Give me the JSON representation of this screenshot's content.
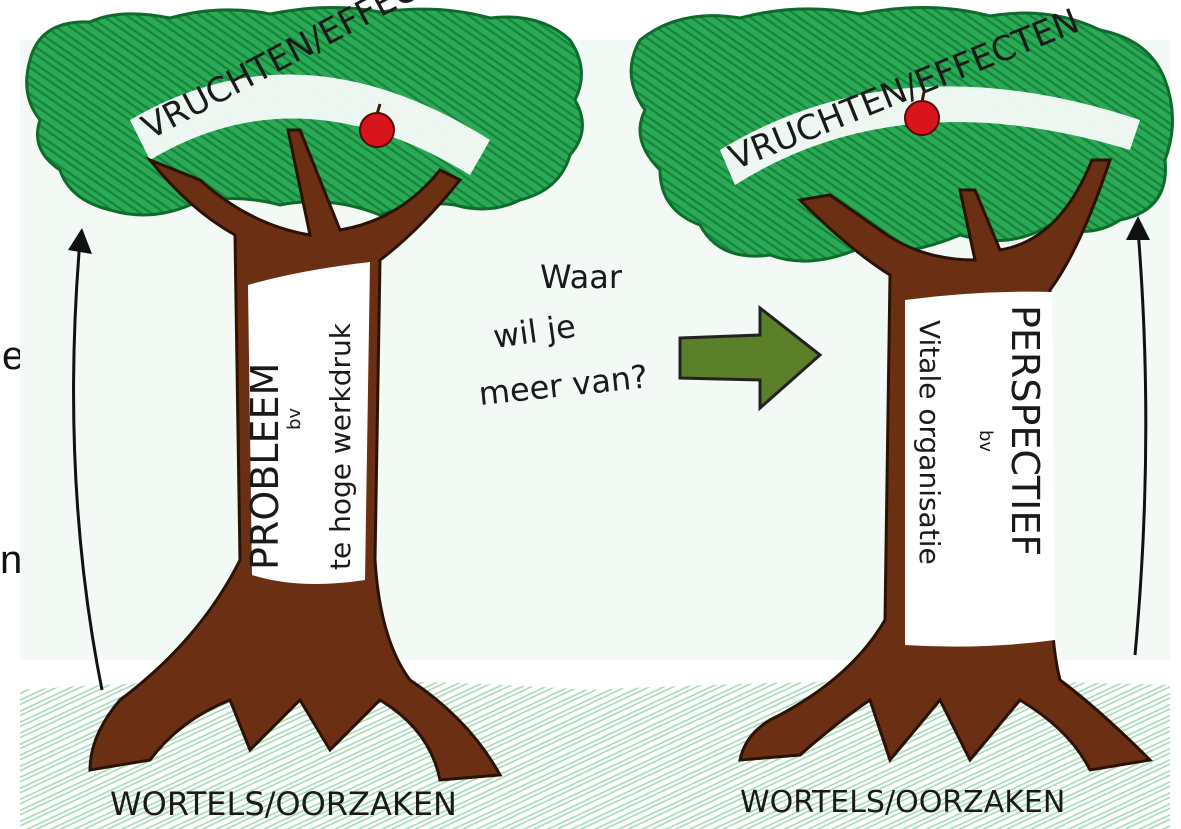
{
  "side_text": {
    "fragment_top": "en",
    "fragment_bottom": "n"
  },
  "left_tree": {
    "crown_label": "VRUCHTEN/EFFECTEN",
    "trunk_title": "PROBLEEM",
    "trunk_bv": "bv",
    "trunk_example": "te hoge werkdruk",
    "root_label": "WORTELS/OORZAKEN"
  },
  "right_tree": {
    "crown_label": "VRUCHTEN/EFFECTEN",
    "trunk_title": "PERSPECTIEF",
    "trunk_bv": "bv",
    "trunk_example": "Vitale organisatie",
    "root_label": "WORTELS/OORZAKEN"
  },
  "center": {
    "line1": "Waar",
    "line2": "wil je",
    "line3": "meer van?"
  },
  "colors": {
    "foliage": "#1f9e4a",
    "trunk": "#6b2f14",
    "apple": "#d8141c",
    "arrow": "#5c7f2a",
    "grass": "#b9e2c6"
  },
  "icons": [
    "apple-icon",
    "up-arrow-icon",
    "right-arrow-icon"
  ]
}
